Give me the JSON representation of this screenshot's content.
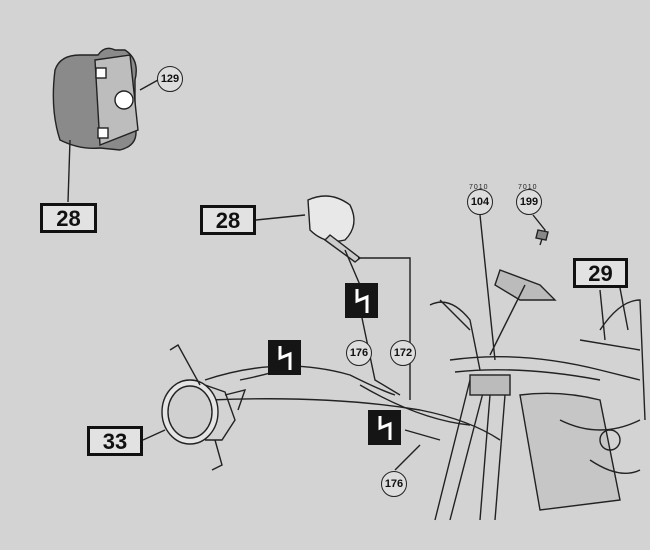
{
  "boxes": {
    "b28a": "28",
    "b28b": "28",
    "b29": "29",
    "b33": "33"
  },
  "circles": {
    "c129": "129",
    "c104": "104",
    "c199": "199",
    "c176a": "176",
    "c172": "172",
    "c176b": "176"
  },
  "codes": {
    "k104": "7010",
    "k199": "7010"
  }
}
